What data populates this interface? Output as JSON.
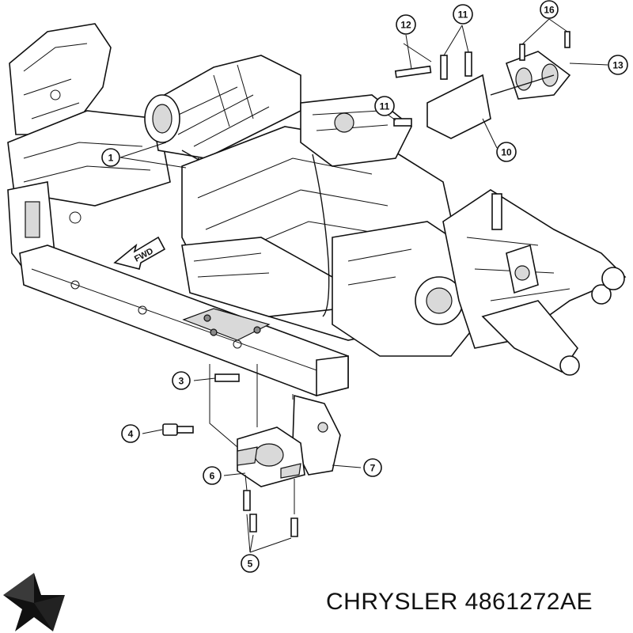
{
  "fwd_label": "FWD",
  "part_label": "CHRYSLER 4861272AE",
  "logo": "chrysler-pentastar-icon",
  "callouts": [
    {
      "id": "callout-1",
      "label": "1"
    },
    {
      "id": "callout-3",
      "label": "3"
    },
    {
      "id": "callout-4",
      "label": "4"
    },
    {
      "id": "callout-5",
      "label": "5"
    },
    {
      "id": "callout-6",
      "label": "6"
    },
    {
      "id": "callout-7",
      "label": "7"
    },
    {
      "id": "callout-10",
      "label": "10"
    },
    {
      "id": "callout-11a",
      "label": "11"
    },
    {
      "id": "callout-11b",
      "label": "11"
    },
    {
      "id": "callout-12",
      "label": "12"
    },
    {
      "id": "callout-13",
      "label": "13"
    },
    {
      "id": "callout-16",
      "label": "16"
    }
  ]
}
